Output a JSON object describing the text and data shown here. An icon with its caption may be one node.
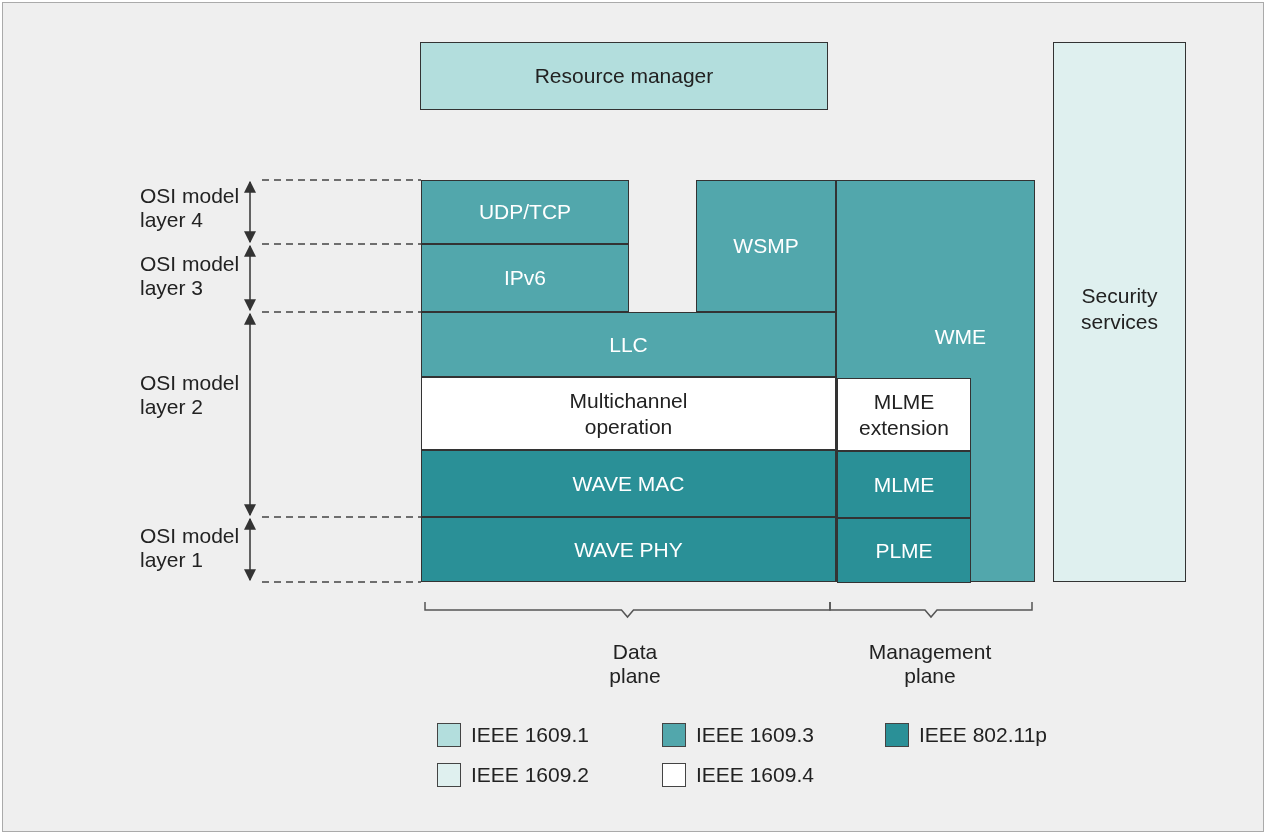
{
  "diagram": {
    "nodes": [
      {
        "text": [
          "Resource manager"
        ]
      },
      {
        "text": [
          "Security services"
        ]
      },
      {
        "text": [
          "UDP/TCP"
        ]
      },
      {
        "text": [
          "IPv6"
        ]
      },
      {
        "text": [
          "WSMP"
        ]
      },
      {
        "text": [
          "LLC"
        ]
      },
      {
        "text": [
          "WME"
        ]
      },
      {
        "text": [
          "Multichannel operation"
        ]
      },
      {
        "text": [
          "MLME extension"
        ],
        "in": 6
      },
      {
        "text": [
          "WAVE MAC"
        ]
      },
      {
        "text": [
          "MLME"
        ],
        "in": 6
      },
      {
        "text": [
          "WAVE PHY"
        ]
      },
      {
        "text": [
          "PLME"
        ],
        "in": 6
      }
    ],
    "edges": [],
    "labels": [
      "OSI model layer 4",
      "OSI model layer 3",
      "OSI model layer 2",
      "OSI model layer 1",
      "Data plane",
      "Management plane"
    ],
    "legend": [
      {
        "text": "IEEE 1609.1",
        "color": "#b3dedd"
      },
      {
        "text": "IEEE 1609.3",
        "color": "#52a7ac"
      },
      {
        "text": "IEEE 802.11p",
        "color": "#2a9097"
      },
      {
        "text": "IEEE 1609.2",
        "color": "#dff0ef"
      },
      {
        "text": "IEEE 1609.4",
        "color": "#ffffff"
      }
    ]
  }
}
